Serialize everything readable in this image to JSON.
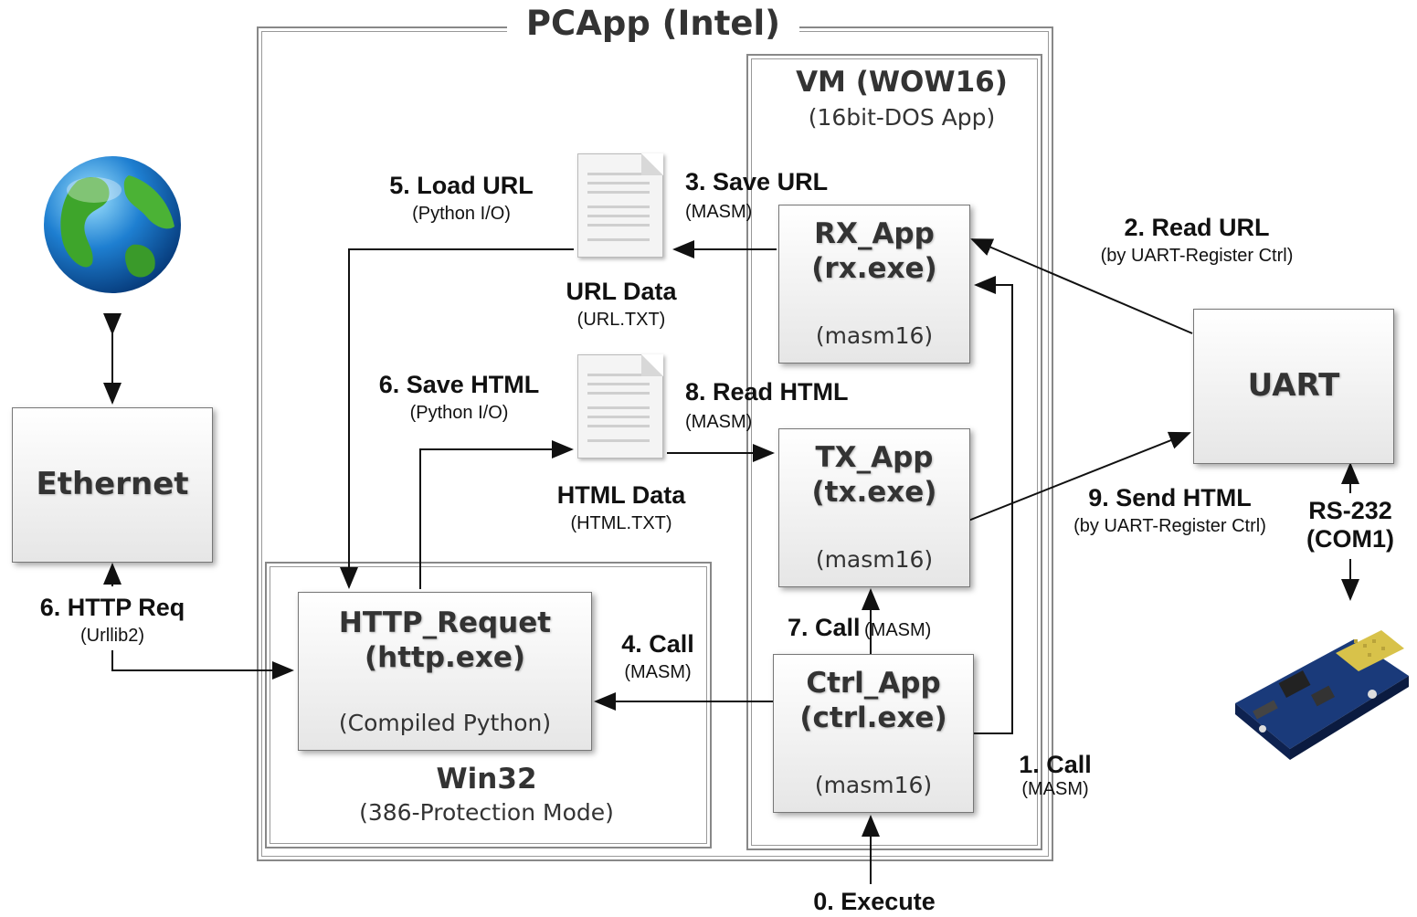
{
  "pcapp": {
    "title": "PCApp (Intel)"
  },
  "vm": {
    "title": "VM (WOW16)",
    "subtitle": "(16bit-DOS App)"
  },
  "win32": {
    "title": "Win32",
    "subtitle": "(386-Protection Mode)"
  },
  "rx_app": {
    "name": "RX_App",
    "exe": "(rx.exe)",
    "kind": "(masm16)"
  },
  "tx_app": {
    "name": "TX_App",
    "exe": "(tx.exe)",
    "kind": "(masm16)"
  },
  "ctrl_app": {
    "name": "Ctrl_App",
    "exe": "(ctrl.exe)",
    "kind": "(masm16)"
  },
  "http_app": {
    "name": "HTTP_Requet",
    "exe": "(http.exe)",
    "kind": "(Compiled Python)"
  },
  "uart": {
    "name": "UART"
  },
  "ethernet": {
    "name": "Ethernet"
  },
  "url_data": {
    "title": "URL Data",
    "file": "(URL.TXT)"
  },
  "html_data": {
    "title": "HTML Data",
    "file": "(HTML.TXT)"
  },
  "steps": {
    "s0": {
      "main": "0. Execute"
    },
    "s1": {
      "main": "1. Call",
      "note": "(MASM)"
    },
    "s2": {
      "main": "2. Read URL",
      "note": "(by UART-Register Ctrl)"
    },
    "s3": {
      "main": "3. Save URL",
      "note": "(MASM)"
    },
    "s4": {
      "main": "4. Call",
      "note": "(MASM)"
    },
    "s5": {
      "main": "5. Load URL",
      "note": "(Python I/O)"
    },
    "s6save": {
      "main": "6. Save HTML",
      "note": "(Python I/O)"
    },
    "s6http": {
      "main": "6. HTTP Req",
      "note": "(Urllib2)"
    },
    "s7": {
      "main": "7. Call",
      "note": "(MASM)"
    },
    "s8": {
      "main": "8. Read HTML",
      "note": "(MASM)"
    },
    "s9": {
      "main": "9. Send HTML",
      "note": "(by UART-Register Ctrl)"
    },
    "rs232": {
      "main": "RS-232",
      "port": "(COM1)"
    }
  },
  "icons": {
    "globe": "globe-icon",
    "board": "circuit-board-icon",
    "document": "document-icon"
  },
  "colors": {
    "box_border": "#777777",
    "frame": "#888888",
    "text": "#333333"
  }
}
